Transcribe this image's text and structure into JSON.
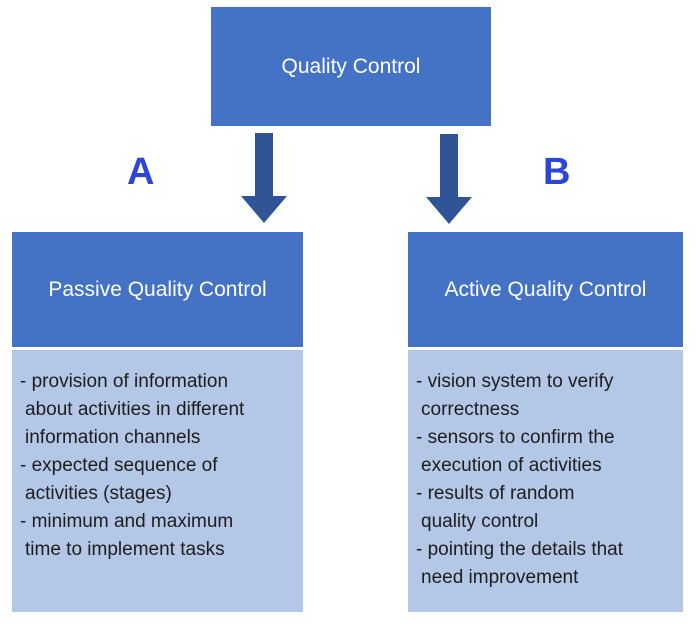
{
  "diagram": {
    "root": {
      "label": "Quality Control"
    },
    "branch_a": {
      "letter": "A"
    },
    "branch_b": {
      "letter": "B"
    },
    "left": {
      "title": "Passive Quality Control",
      "items": [
        "- provision of information\nabout activities in different\ninformation channels",
        "- expected sequence of\nactivities (stages)",
        "- minimum and maximum\ntime to implement tasks"
      ]
    },
    "right": {
      "title": "Active Quality Control",
      "items": [
        "- vision system to verify\ncorrectness",
        "- sensors to confirm the\nexecution of activities",
        "- results of random\nquality control",
        "- pointing the details that\nneed improvement"
      ]
    },
    "colors": {
      "node_fill": "#4472C4",
      "panel_fill": "#B4C7E7",
      "arrow_fill": "#2F5597",
      "branch_letter": "#2B46D9",
      "node_text": "#FFFFFF",
      "panel_text": "#1D1D1D",
      "background": "#FFFFFF"
    }
  }
}
